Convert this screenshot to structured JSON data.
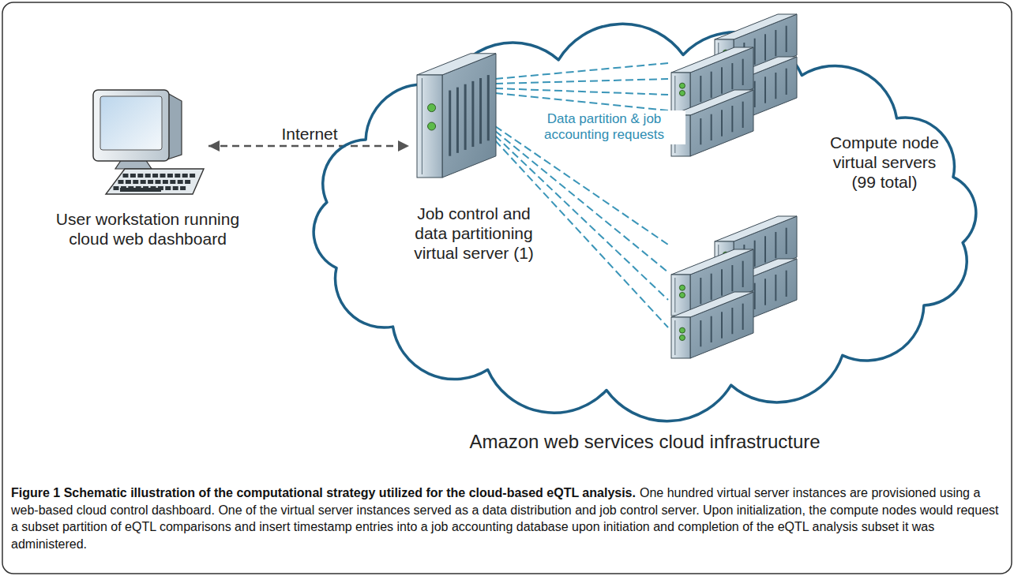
{
  "diagram": {
    "caption": "Figure 1 Schematic illustration of the computational strategy utilized for the cloud-based eQTL analysis.",
    "nodes": [
      {
        "text": [
          "User workstation running cloud web dashboard"
        ]
      },
      {
        "text": [
          "Amazon web services cloud infrastructure"
        ]
      },
      {
        "text": [
          "Job control and data partitioning virtual server (1)"
        ],
        "in": 1
      },
      {
        "text": [
          "Compute node virtual servers (99 total)"
        ],
        "in": 1
      }
    ],
    "edges": [
      {
        "from": 0,
        "to": 2,
        "arrow": "both",
        "label": "Internet"
      },
      {
        "from": 2,
        "to": 3,
        "arrow": "none",
        "label": "Data partition & job accounting requests"
      }
    ],
    "labels": [
      "One hundred virtual server instances are provisioned using a web-based cloud control dashboard. One of the virtual server instances served as a data distribution and job control server. Upon initialization, the compute nodes would request a subset partition of eQTL comparisons and insert timestamp entries into a job accounting database upon initiation and completion of the eQTL analysis subset it was administered."
    ]
  }
}
